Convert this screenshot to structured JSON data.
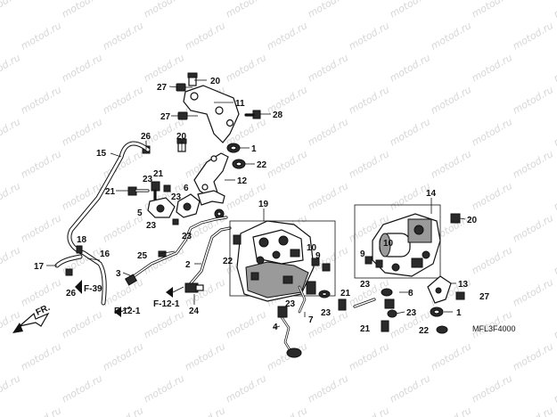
{
  "watermark": "motod.ru",
  "diagram_code": "MFL3F4000",
  "front_arrow": "FR.",
  "refs": {
    "f39": "F-39",
    "f121a": "F-12-1",
    "f121b": "F-12-1"
  },
  "callouts": {
    "c27a": "27",
    "c20a": "20",
    "c11": "11",
    "c27b": "27",
    "c28": "28",
    "c26a": "26",
    "c20b": "20",
    "c1a": "1",
    "c22a": "22",
    "c15": "15",
    "c21a": "21",
    "c23a": "23",
    "c21b": "21",
    "c12": "12",
    "c6": "6",
    "c5": "5",
    "c23b": "23",
    "c23c": "23",
    "c19": "19",
    "c14": "14",
    "c20c": "20",
    "c10a": "10",
    "c9a": "9",
    "c10b": "10",
    "c9b": "9",
    "c18": "18",
    "c16": "16",
    "c25": "25",
    "c3": "3",
    "c23d": "23",
    "c22b": "22",
    "c2": "2",
    "c17": "17",
    "c26b": "26",
    "c24": "24",
    "c13": "13",
    "c23e": "23",
    "c8": "8",
    "c27c": "27",
    "c23f": "23",
    "c21c": "21",
    "c23g": "23",
    "c23h": "23",
    "c7": "7",
    "c4": "4",
    "c1b": "1",
    "c21d": "21",
    "c22c": "22"
  }
}
